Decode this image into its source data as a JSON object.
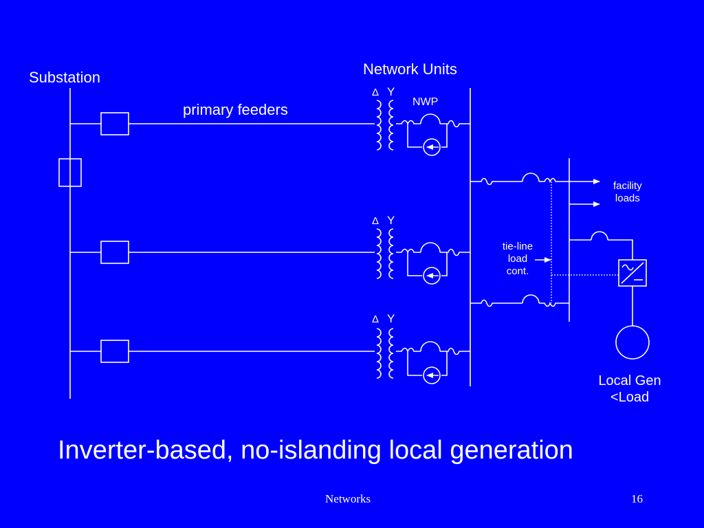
{
  "slide": {
    "title": "Inverter-based, no-islanding local generation",
    "footer_left": "Networks",
    "page_number": "16",
    "background_color": "#0000FF",
    "line_color": "#FFFFFF"
  },
  "diagram": {
    "labels": {
      "substation": "Substation",
      "network_units": "Network Units",
      "primary_feeders": "primary feeders",
      "nwp": "NWP",
      "facility_loads_line1": "facility",
      "facility_loads_line2": "loads",
      "tie_line_line1": "tie-line",
      "tie_line_line2": "load",
      "tie_line_line3": "cont.",
      "local_gen_line1": "Local Gen",
      "local_gen_line2": "<Load"
    },
    "transformer_symbols": {
      "delta": "Δ",
      "wye": "Y"
    },
    "network_units_count": 3,
    "icons": [
      "breaker-icon",
      "transformer-icon",
      "network-protector-icon",
      "relay-icon",
      "inverter-icon",
      "generator-icon",
      "load-arrow-icon"
    ]
  }
}
